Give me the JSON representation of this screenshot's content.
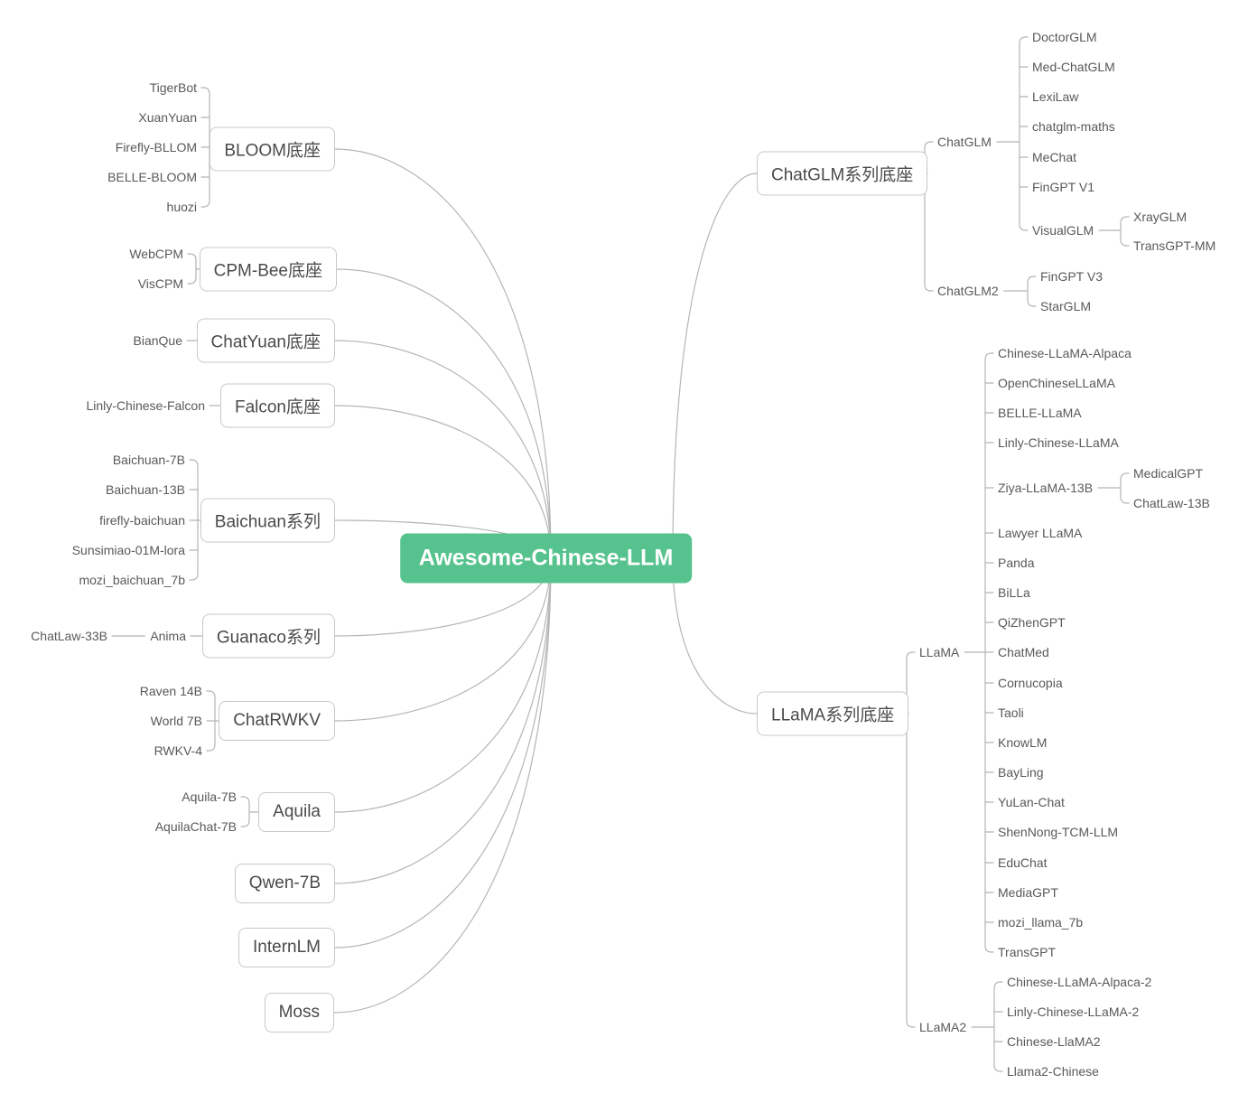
{
  "theme": {
    "center_bg": "#56c28d",
    "center_text": "#ffffff",
    "box_border": "#c8c8c8",
    "box_text": "#4a4a4a",
    "leaf_text": "#595959",
    "line_color": "#b5b5b5"
  },
  "tree": {
    "id": "center",
    "type": "center",
    "label": "Awesome-Chinese-LLM",
    "children": [
      {
        "id": "bloom",
        "type": "box",
        "label": "BLOOM底座",
        "children": [
          {
            "id": "tigerbot",
            "type": "leaf",
            "label": "TigerBot"
          },
          {
            "id": "xuanyuan",
            "type": "leaf",
            "label": "XuanYuan"
          },
          {
            "id": "firefly-bllom",
            "type": "leaf",
            "label": "Firefly-BLLOM"
          },
          {
            "id": "belle-bloom",
            "type": "leaf",
            "label": "BELLE-BLOOM"
          },
          {
            "id": "huozi",
            "type": "leaf",
            "label": "huozi"
          }
        ]
      },
      {
        "id": "cpmbee",
        "type": "box",
        "label": "CPM-Bee底座",
        "children": [
          {
            "id": "webcpm",
            "type": "leaf",
            "label": "WebCPM"
          },
          {
            "id": "viscpm",
            "type": "leaf",
            "label": "VisCPM"
          }
        ]
      },
      {
        "id": "chatyuan",
        "type": "box",
        "label": "ChatYuan底座",
        "children": [
          {
            "id": "bianque",
            "type": "leaf",
            "label": "BianQue"
          }
        ]
      },
      {
        "id": "falcon",
        "type": "box",
        "label": "Falcon底座",
        "children": [
          {
            "id": "linly-chinese-falcon",
            "type": "leaf",
            "label": "Linly-Chinese-Falcon"
          }
        ]
      },
      {
        "id": "baichuan",
        "type": "box",
        "label": "Baichuan系列",
        "children": [
          {
            "id": "baichuan-7b",
            "type": "leaf",
            "label": "Baichuan-7B"
          },
          {
            "id": "baichuan-13b",
            "type": "leaf",
            "label": "Baichuan-13B"
          },
          {
            "id": "firefly-baichuan",
            "type": "leaf",
            "label": "firefly-baichuan"
          },
          {
            "id": "sunsimiao",
            "type": "leaf",
            "label": "Sunsimiao-01M-lora"
          },
          {
            "id": "mozi-baichuan-7b",
            "type": "leaf",
            "label": "mozi_baichuan_7b"
          }
        ]
      },
      {
        "id": "guanaco",
        "type": "box",
        "label": "Guanaco系列",
        "children": [
          {
            "id": "anima",
            "type": "leaf",
            "label": "Anima",
            "children": [
              {
                "id": "chatlaw-33b",
                "type": "leaf",
                "label": "ChatLaw-33B"
              }
            ]
          }
        ]
      },
      {
        "id": "chatrwkv",
        "type": "box",
        "label": "ChatRWKV",
        "children": [
          {
            "id": "raven-14b",
            "type": "leaf",
            "label": "Raven 14B"
          },
          {
            "id": "world-7b",
            "type": "leaf",
            "label": "World 7B"
          },
          {
            "id": "rwkv-4",
            "type": "leaf",
            "label": "RWKV-4"
          }
        ]
      },
      {
        "id": "aquila",
        "type": "box",
        "label": "Aquila",
        "children": [
          {
            "id": "aquila-7b",
            "type": "leaf",
            "label": "Aquila-7B"
          },
          {
            "id": "aquilachat-7b",
            "type": "leaf",
            "label": "AquilaChat-7B"
          }
        ]
      },
      {
        "id": "qwen-7b",
        "type": "box",
        "label": "Qwen-7B"
      },
      {
        "id": "internlm",
        "type": "box",
        "label": "InternLM"
      },
      {
        "id": "moss",
        "type": "box",
        "label": "Moss"
      },
      {
        "id": "chatglm-family",
        "type": "box",
        "label": "ChatGLM系列底座",
        "children": [
          {
            "id": "chatglm",
            "type": "leaf",
            "label": "ChatGLM",
            "children": [
              {
                "id": "doctorglm",
                "type": "leaf",
                "label": "DoctorGLM"
              },
              {
                "id": "med-chatglm",
                "type": "leaf",
                "label": "Med-ChatGLM"
              },
              {
                "id": "lexilaw",
                "type": "leaf",
                "label": "LexiLaw"
              },
              {
                "id": "chatglm-maths",
                "type": "leaf",
                "label": "chatglm-maths"
              },
              {
                "id": "mechat",
                "type": "leaf",
                "label": "MeChat"
              },
              {
                "id": "fingpt-v1",
                "type": "leaf",
                "label": "FinGPT V1"
              },
              {
                "id": "visualglm",
                "type": "leaf",
                "label": "VisualGLM",
                "children": [
                  {
                    "id": "xrayglm",
                    "type": "leaf",
                    "label": "XrayGLM"
                  },
                  {
                    "id": "transgpt-mm",
                    "type": "leaf",
                    "label": "TransGPT-MM"
                  }
                ]
              }
            ]
          },
          {
            "id": "chatglm2",
            "type": "leaf",
            "label": "ChatGLM2",
            "children": [
              {
                "id": "fingpt-v3",
                "type": "leaf",
                "label": "FinGPT V3"
              },
              {
                "id": "starglm",
                "type": "leaf",
                "label": "StarGLM"
              }
            ]
          }
        ]
      },
      {
        "id": "llama-family",
        "type": "box",
        "label": "LLaMA系列底座",
        "children": [
          {
            "id": "llama",
            "type": "leaf",
            "label": "LLaMA",
            "children": [
              {
                "id": "chinese-llama-alpaca",
                "type": "leaf",
                "label": "Chinese-LLaMA-Alpaca"
              },
              {
                "id": "openchinesellama",
                "type": "leaf",
                "label": "OpenChineseLLaMA"
              },
              {
                "id": "belle-llama",
                "type": "leaf",
                "label": "BELLE-LLaMA"
              },
              {
                "id": "linly-chinese-llama",
                "type": "leaf",
                "label": "Linly-Chinese-LLaMA"
              },
              {
                "id": "ziya-llama-13b",
                "type": "leaf",
                "label": "Ziya-LLaMA-13B",
                "children": [
                  {
                    "id": "medicalgpt",
                    "type": "leaf",
                    "label": "MedicalGPT"
                  },
                  {
                    "id": "chatlaw-13b",
                    "type": "leaf",
                    "label": "ChatLaw-13B"
                  }
                ]
              },
              {
                "id": "lawyer-llama",
                "type": "leaf",
                "label": "Lawyer LLaMA"
              },
              {
                "id": "panda",
                "type": "leaf",
                "label": "Panda"
              },
              {
                "id": "billa",
                "type": "leaf",
                "label": "BiLLa"
              },
              {
                "id": "qizhengpt",
                "type": "leaf",
                "label": "QiZhenGPT"
              },
              {
                "id": "chatmed",
                "type": "leaf",
                "label": "ChatMed"
              },
              {
                "id": "cornucopia",
                "type": "leaf",
                "label": "Cornucopia"
              },
              {
                "id": "taoli",
                "type": "leaf",
                "label": "Taoli"
              },
              {
                "id": "knowlm",
                "type": "leaf",
                "label": "KnowLM"
              },
              {
                "id": "bayling",
                "type": "leaf",
                "label": "BayLing"
              },
              {
                "id": "yulan-chat",
                "type": "leaf",
                "label": "YuLan-Chat"
              },
              {
                "id": "shennong-tcm-llm",
                "type": "leaf",
                "label": "ShenNong-TCM-LLM"
              },
              {
                "id": "educhat",
                "type": "leaf",
                "label": "EduChat"
              },
              {
                "id": "mediagpt",
                "type": "leaf",
                "label": "MediaGPT"
              },
              {
                "id": "mozi-llama-7b",
                "type": "leaf",
                "label": "mozi_llama_7b"
              },
              {
                "id": "transgpt",
                "type": "leaf",
                "label": "TransGPT"
              }
            ]
          },
          {
            "id": "llama2",
            "type": "leaf",
            "label": "LLaMA2",
            "children": [
              {
                "id": "chinese-llama-alpaca-2",
                "type": "leaf",
                "label": "Chinese-LLaMA-Alpaca-2"
              },
              {
                "id": "linly-chinese-llama-2",
                "type": "leaf",
                "label": "Linly-Chinese-LLaMA-2"
              },
              {
                "id": "chinese-llama2",
                "type": "leaf",
                "label": "Chinese-LlaMA2"
              },
              {
                "id": "llama2-chinese",
                "type": "leaf",
                "label": "Llama2-Chinese"
              }
            ]
          }
        ]
      }
    ]
  }
}
